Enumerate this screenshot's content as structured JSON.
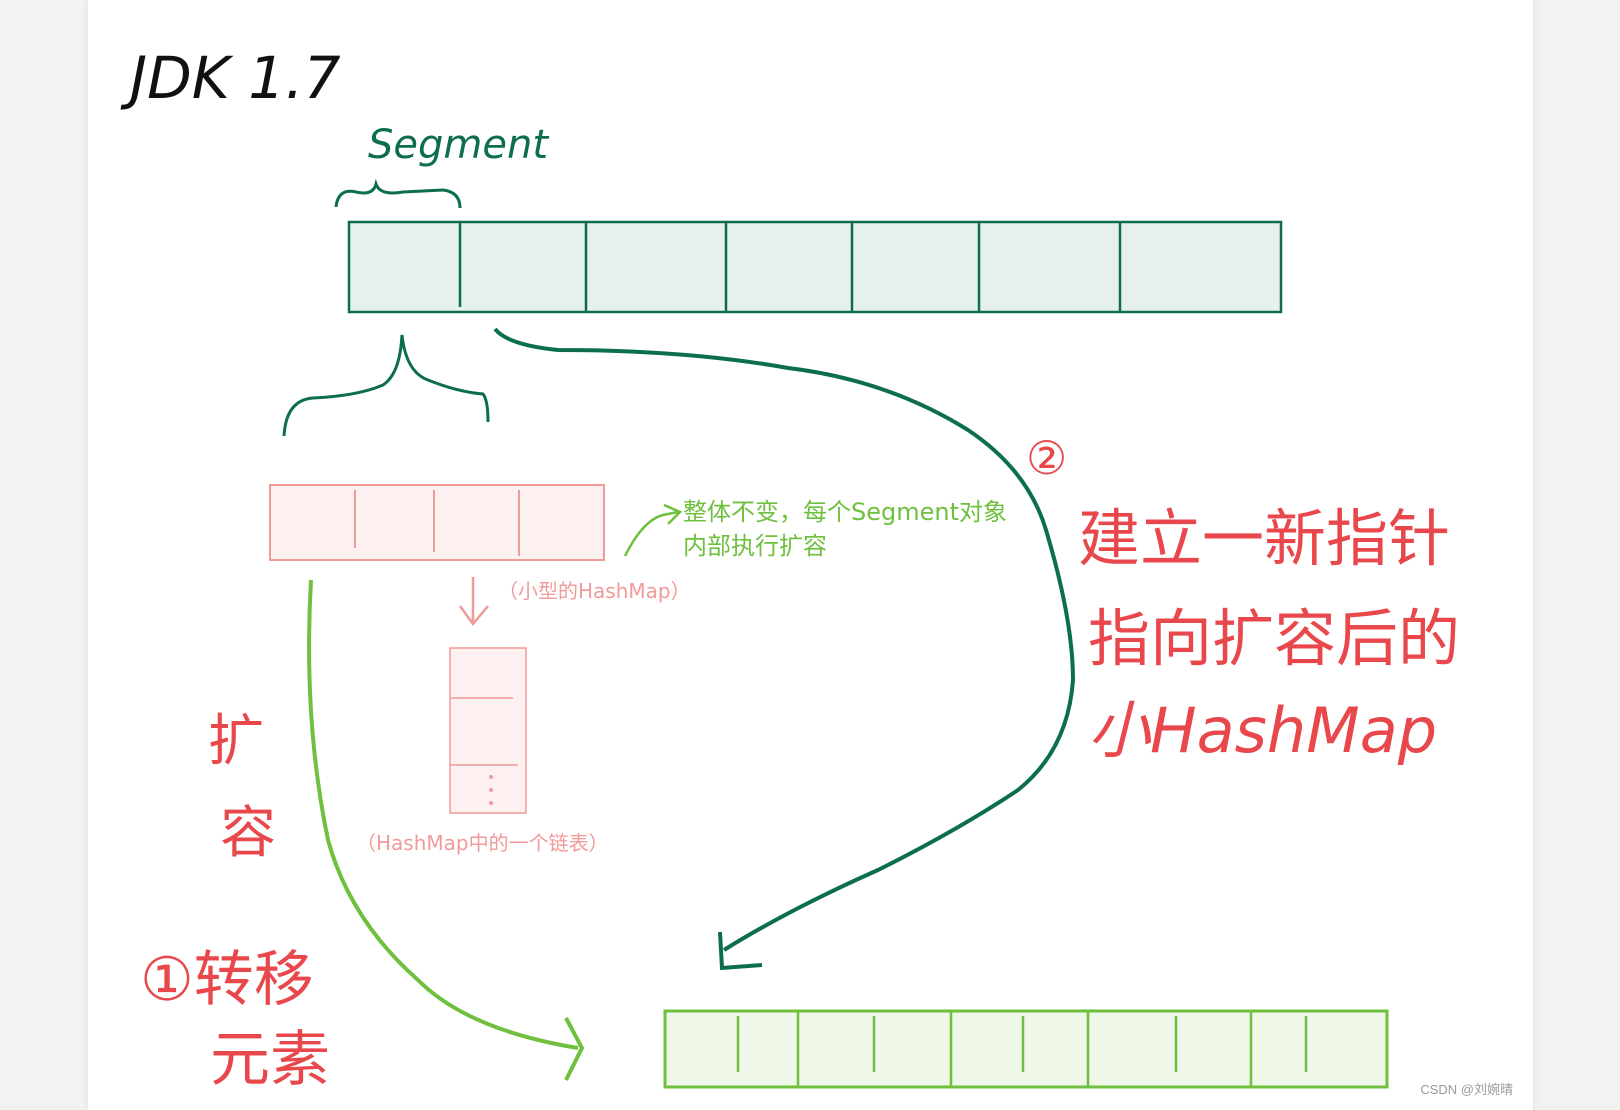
{
  "title": "JDK 1.7",
  "segment_label": "Segment",
  "note_green": [
    "整体不变，每个Segment对象",
    "内部执行扩容"
  ],
  "note_small_hashmap": "（小型的HashMap）",
  "note_linked_list": "（HashMap中的一个链表）",
  "label_expand": [
    "扩",
    "容"
  ],
  "label_step1": [
    "①转移",
    "元素"
  ],
  "label_step2_mark": "②",
  "label_step2": [
    "建立一新指针",
    "指向扩容后的",
    "小HashMap"
  ],
  "watermark": "CSDN @刘婉晴",
  "colors": {
    "dark_green": "#0d6e4e",
    "light_green_stroke": "#6ec03e",
    "red": "#e8484c",
    "pink_stroke": "#f19a9a"
  }
}
